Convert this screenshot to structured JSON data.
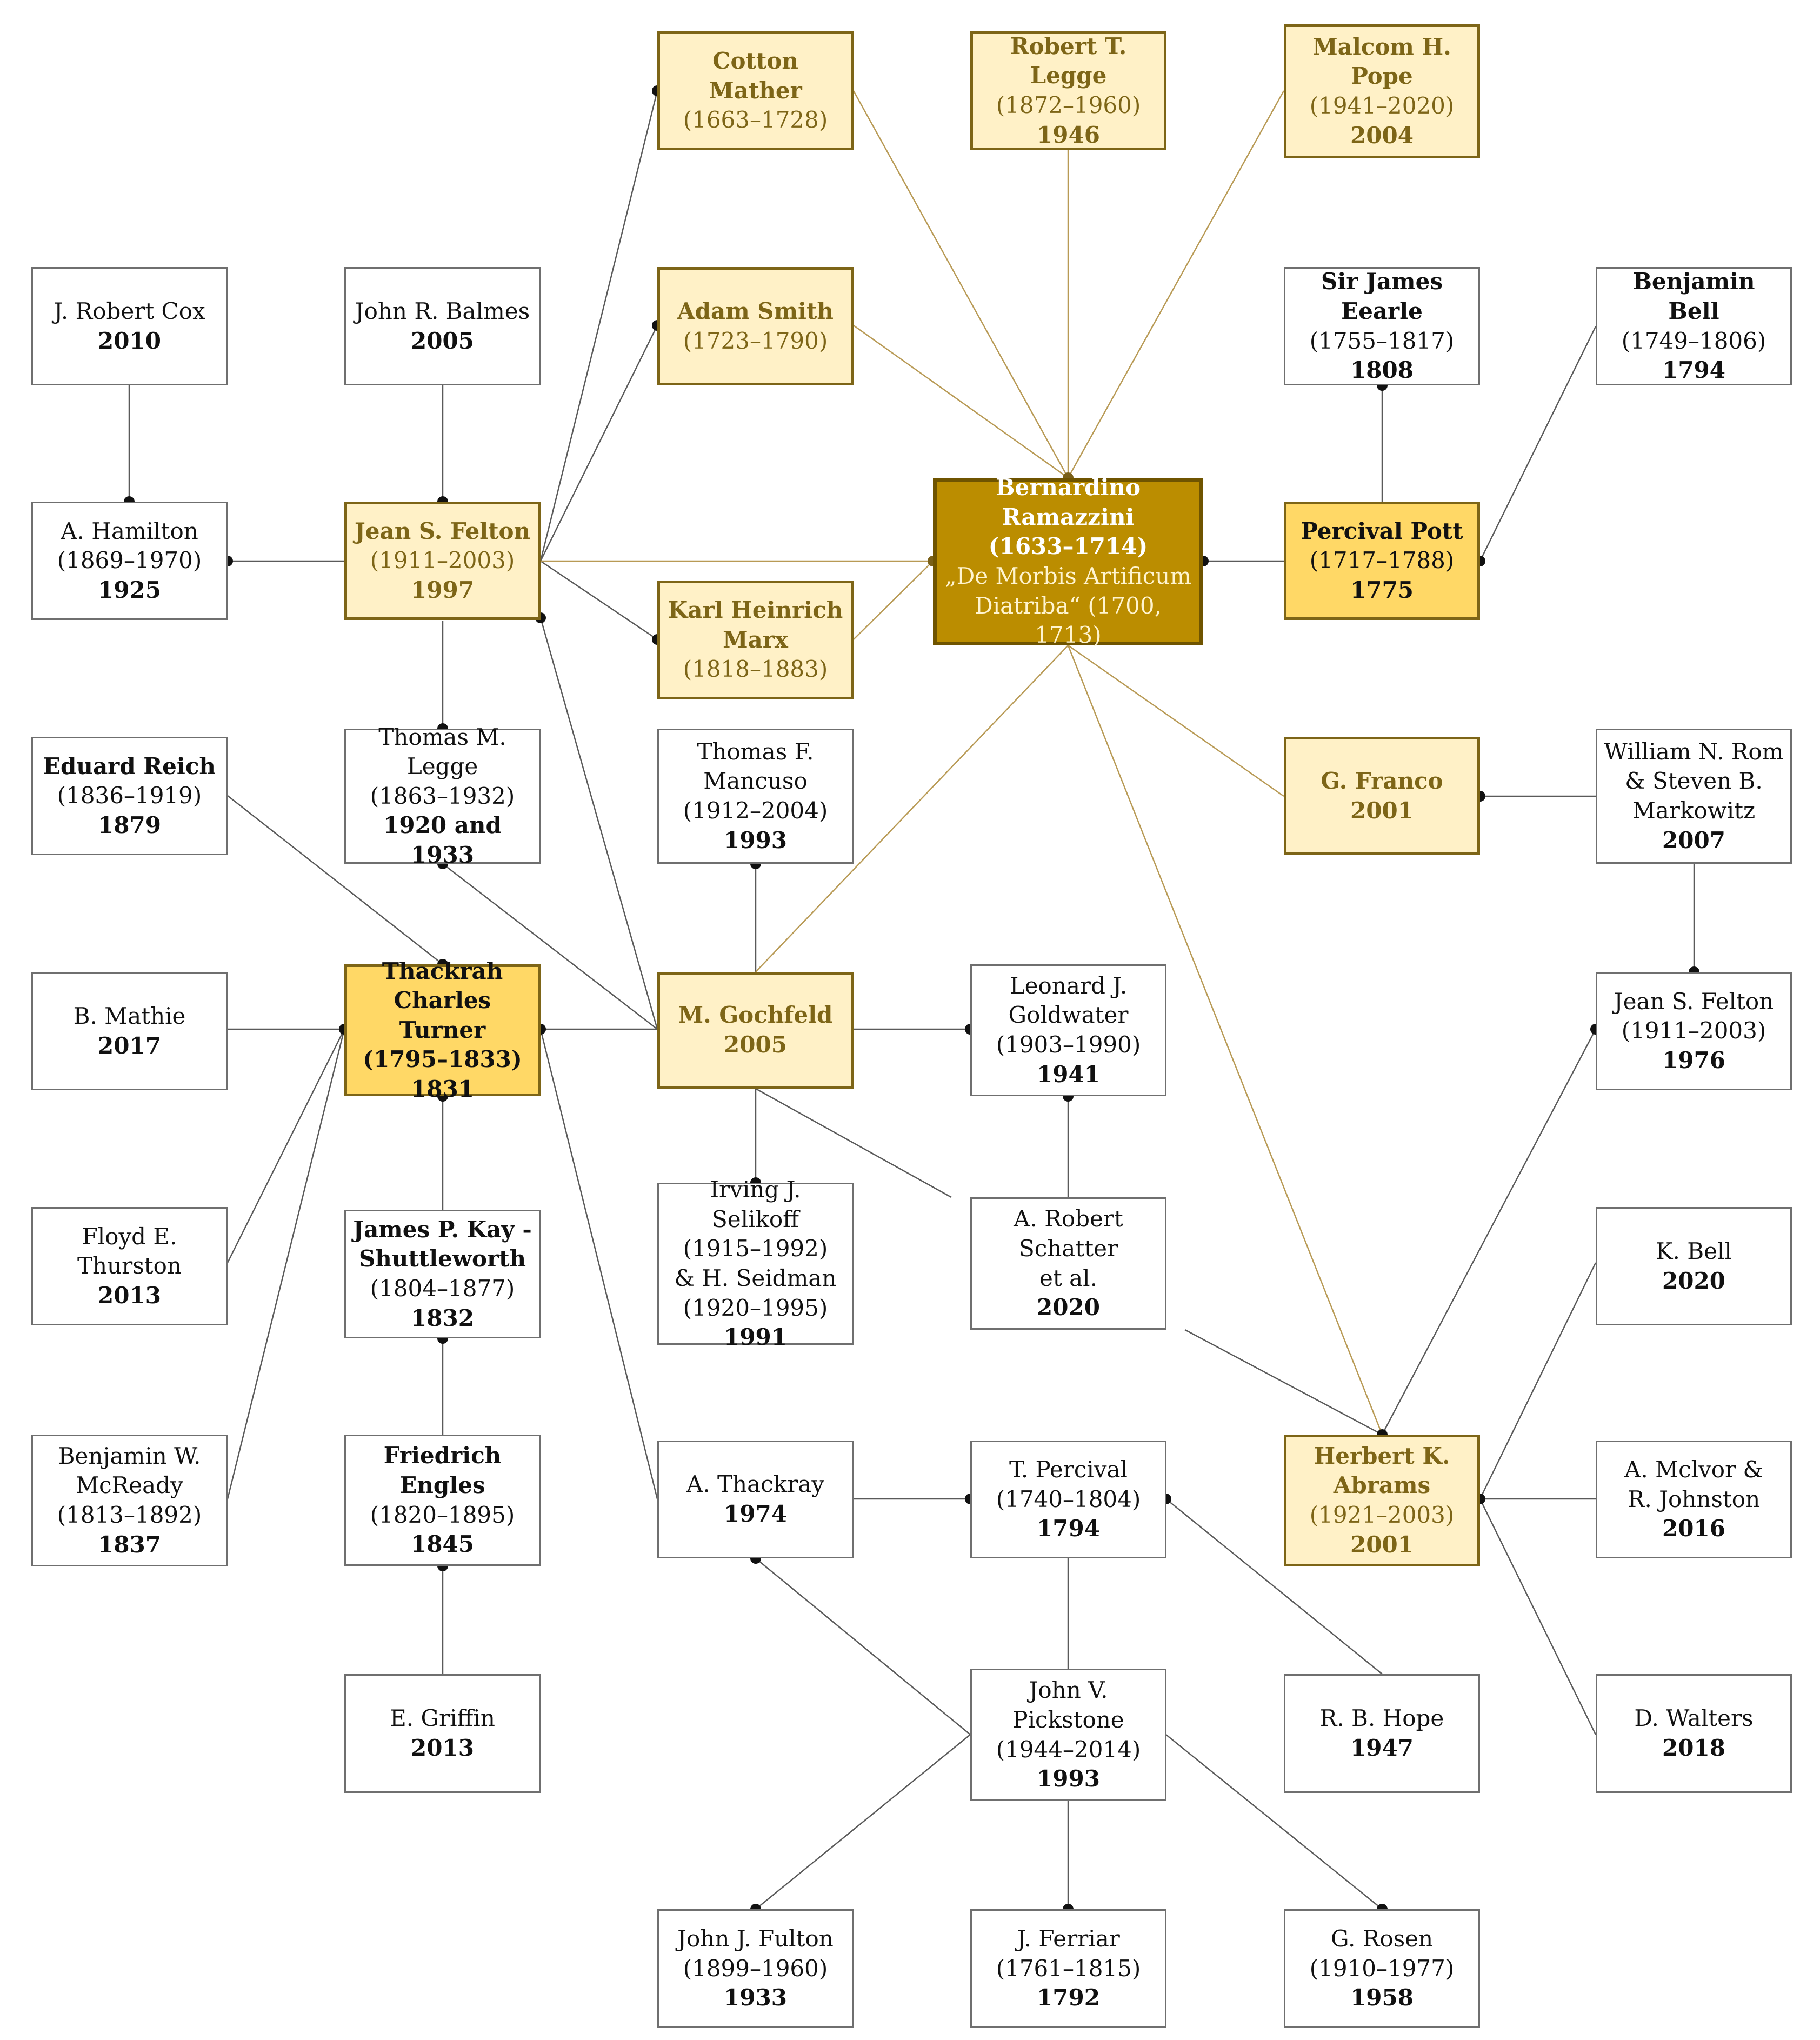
{
  "colors": {
    "line_grey": "#5a5a5a",
    "line_gold": "#b89a55",
    "dot": "#111111",
    "fill_light": "#fff1c7",
    "fill_mid": "#ffd866",
    "fill_dark": "#bb8d00",
    "border_gold": "#7d6517"
  },
  "nodes": {
    "mather": {
      "name": "Cotton Mather",
      "years": "(1663–1728)"
    },
    "rlegge": {
      "name": "Robert T. Legge",
      "years": "(1872–1960)",
      "ref": "1946"
    },
    "pope": {
      "name1": "Malcom H.",
      "name2": "Pope",
      "years": "(1941–2020)",
      "ref": "2004"
    },
    "cox": {
      "name": "J. Robert Cox",
      "ref": "2010"
    },
    "balmes": {
      "name": "John R. Balmes",
      "ref": "2005"
    },
    "smith": {
      "name": "Adam Smith",
      "years": "(1723–1790)"
    },
    "earle": {
      "name": "Sir James Eearle",
      "years": "(1755–1817)",
      "ref": "1808"
    },
    "bell_b": {
      "name": "Benjamin Bell",
      "years": "(1749–1806)",
      "ref": "1794"
    },
    "hamilton": {
      "name": "A. Hamilton",
      "years": "(1869–1970)",
      "ref": "1925"
    },
    "felton": {
      "name": "Jean S. Felton",
      "years": "(1911–2003)",
      "ref": "1997"
    },
    "marx": {
      "name1": "Karl Heinrich",
      "name2": "Marx",
      "years": "(1818–1883)"
    },
    "ramazzini": {
      "name1": "Bernardino",
      "name2": "Ramazzini",
      "years": "(1633–1714)",
      "work1": "„De Morbis Artificum",
      "work2": "Diatriba“ (1700, 1713)"
    },
    "pott": {
      "name": "Percival Pott",
      "years": "(1717–1788)",
      "ref": "1775"
    },
    "reich": {
      "name": "Eduard Reich",
      "years": "(1836–1919)",
      "ref": "1879"
    },
    "tmlegge": {
      "name1": "Thomas M.",
      "name2": "Legge",
      "years": "(1863–1932)",
      "ref": "1920 and 1933"
    },
    "mancuso": {
      "name1": "Thomas F.",
      "name2": "Mancuso",
      "years": "(1912–2004)",
      "ref": "1993"
    },
    "franco": {
      "name": "G. Franco",
      "ref": "2001"
    },
    "rom": {
      "name1": "William N. Rom",
      "name2": "& Steven B.",
      "name3": "Markowitz",
      "ref": "2007"
    },
    "mathie": {
      "name": "B. Mathie",
      "ref": "2017"
    },
    "thackrah": {
      "name1": "Thackrah",
      "name2": "Charles Turner",
      "years": "(1795–1833)",
      "ref": "1831"
    },
    "gochfeld": {
      "name": "M. Gochfeld",
      "ref": "2005"
    },
    "goldwater": {
      "name1": "Leonard J.",
      "name2": "Goldwater",
      "years": "(1903–1990)",
      "ref": "1941"
    },
    "felton2": {
      "name": "Jean S. Felton",
      "years": "(1911–2003)",
      "ref": "1976"
    },
    "thurston": {
      "name1": "Floyd E.",
      "name2": "Thurston",
      "ref": "2013"
    },
    "kay": {
      "name1": "James P. Kay -",
      "name2": "Shuttleworth",
      "years": "(1804–1877)",
      "ref": "1832"
    },
    "selikoff": {
      "name1": "Irving J. Selikoff",
      "years1": "(1915–1992)",
      "name2": "& H. Seidman",
      "years2": "(1920–1995)",
      "ref": "1991"
    },
    "schatter": {
      "name1": "A. Robert",
      "name2": "Schatter",
      "name3": "et al.",
      "ref": "2020"
    },
    "kbell": {
      "name": "K. Bell",
      "ref": "2020"
    },
    "mcready": {
      "name1": "Benjamin W.",
      "name2": "McReady",
      "years": "(1813–1892)",
      "ref": "1837"
    },
    "engles": {
      "name1": "Friedrich",
      "name2": "Engles",
      "years": "(1820–1895)",
      "ref": "1845"
    },
    "thackray": {
      "name": "A. Thackray",
      "ref": "1974"
    },
    "percival": {
      "name": "T. Percival",
      "years": "(1740–1804)",
      "ref": "1794"
    },
    "abrams": {
      "name1": "Herbert K.",
      "name2": "Abrams",
      "years": "(1921–2003)",
      "ref": "2001"
    },
    "mcivor": {
      "name1": "A. Mclvor &",
      "name2": "R. Johnston",
      "ref": "2016"
    },
    "griffin": {
      "name": "E. Griffin",
      "ref": "2013"
    },
    "pickstone": {
      "name1": "John V.",
      "name2": "Pickstone",
      "years": "(1944–2014)",
      "ref": "1993"
    },
    "hope": {
      "name": "R. B. Hope",
      "ref": "1947"
    },
    "walters": {
      "name": "D. Walters",
      "ref": "2018"
    },
    "fulton": {
      "name": "John J. Fulton",
      "years": "(1899–1960)",
      "ref": "1933"
    },
    "ferriar": {
      "name": "J. Ferriar",
      "years": "(1761–1815)",
      "ref": "1792"
    },
    "rosen": {
      "name": "G. Rosen",
      "years": "(1910–1977)",
      "ref": "1958"
    }
  }
}
